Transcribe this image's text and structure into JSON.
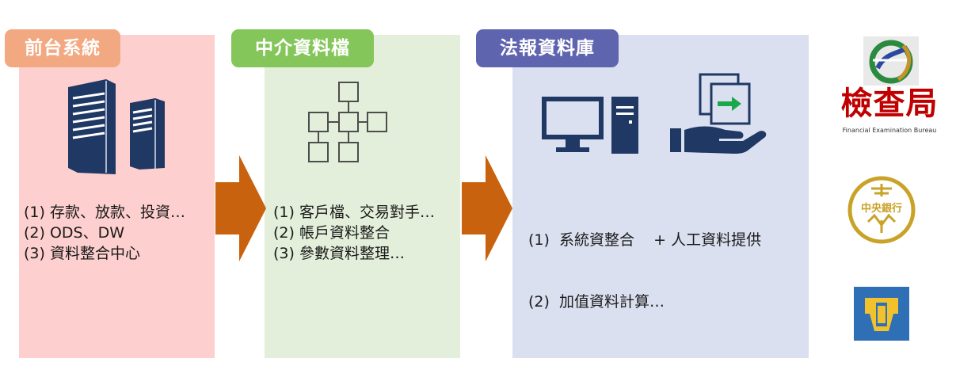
{
  "stages": [
    {
      "title": "前台系統",
      "items": [
        "(1) 存款、放款、投資…",
        "(2) ODS、DW",
        "(3) 資料整合中心"
      ],
      "icon": "server-towers-icon",
      "panel_color": "#fdd0cf",
      "tag_color": "#f2a982"
    },
    {
      "title": "中介資料檔",
      "items": [
        "(1) 客戶檔、交易對手…",
        "(2) 帳戶資料整合",
        "(3) 參數資料整理…"
      ],
      "icon": "data-structure-icon",
      "panel_color": "#e3efda",
      "tag_color": "#84c65a"
    },
    {
      "title": "法報資料庫",
      "items": [
        "(1)  系統資整合    + 人工資料提供",
        "(2)  加值資料計算…"
      ],
      "icon": "computer-and-handover-icons",
      "panel_color": "#dbe0f0",
      "tag_color": "#5f64ae"
    }
  ],
  "arrow_color": "#c9620f",
  "icon_color": "#1f3864",
  "regulators": {
    "fsc_bureau": {
      "name": "檢查局",
      "subtitle": "Financial Examination Bureau",
      "color": "#c00000"
    },
    "central_bank": {
      "name": "中央銀行",
      "color": "#c9a227"
    },
    "third_logo": {
      "icon": "blue-emblem-icon",
      "color": "#2e6fb5"
    }
  }
}
